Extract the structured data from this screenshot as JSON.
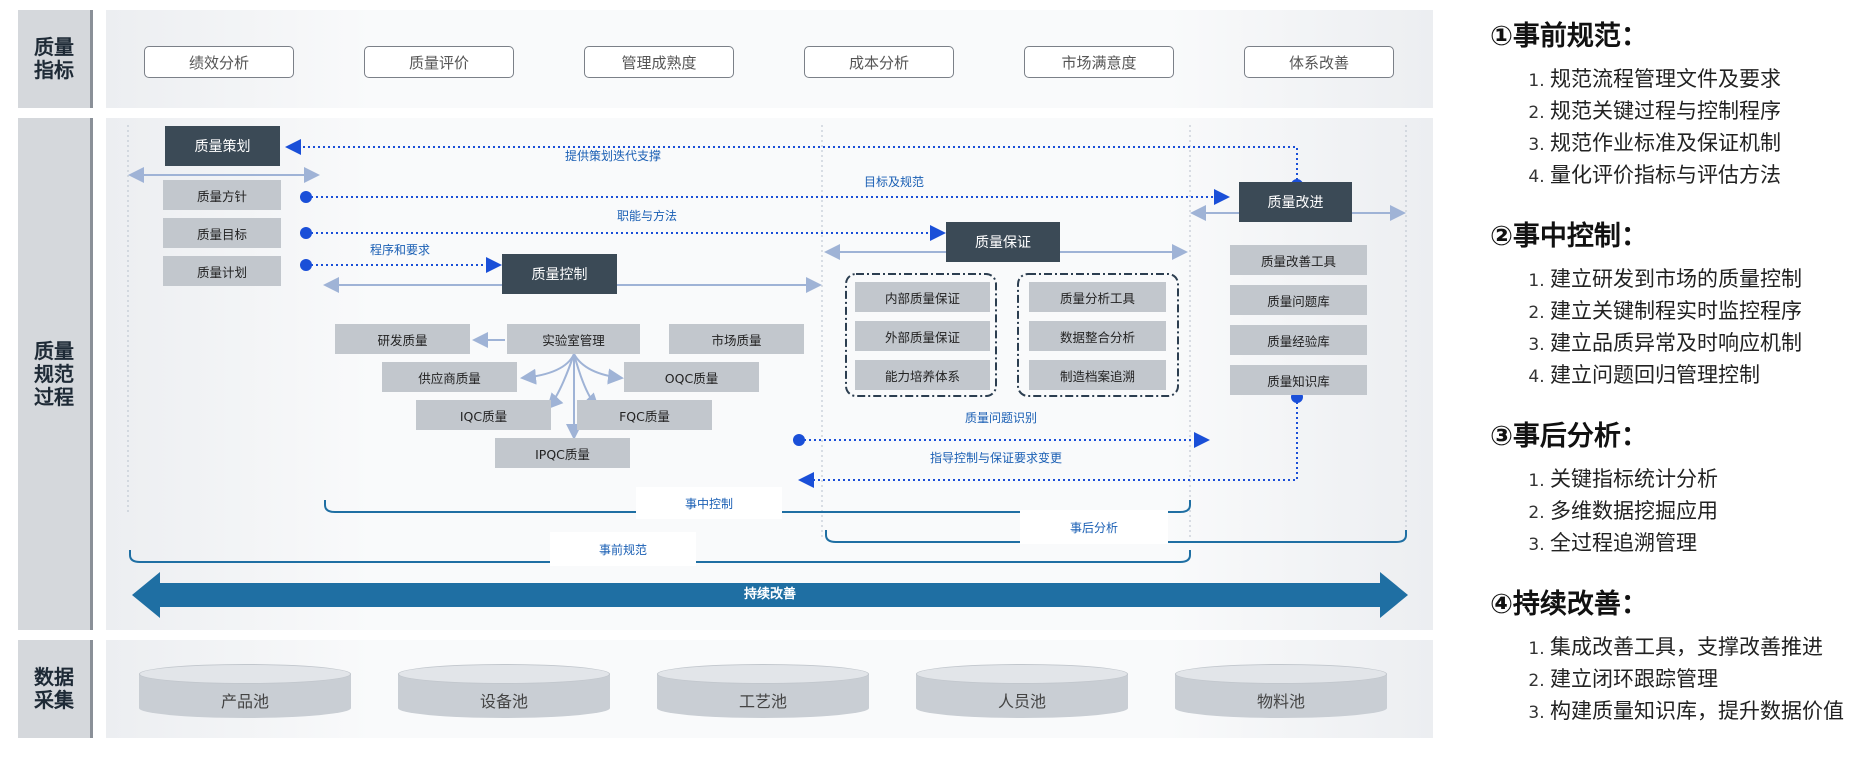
{
  "rows": {
    "metrics_label": "质量\n指标",
    "process_label": "质量\n规范\n过程",
    "data_label": "数据\n采集"
  },
  "metrics": [
    "绩效分析",
    "质量评价",
    "管理成熟度",
    "成本分析",
    "市场满意度",
    "体系改善"
  ],
  "planning": {
    "title": "质量策划",
    "items": [
      "质量方针",
      "质量目标",
      "质量计划"
    ]
  },
  "control": {
    "title": "质量控制",
    "items": [
      "研发质量",
      "实验室管理",
      "市场质量",
      "供应商质量",
      "OQC质量",
      "IQC质量",
      "FQC质量",
      "IPQC质量"
    ]
  },
  "assurance": {
    "title": "质量保证",
    "left": [
      "内部质量保证",
      "外部质量保证",
      "能力培养体系"
    ],
    "right": [
      "质量分析工具",
      "数据整合分析",
      "制造档案追溯"
    ]
  },
  "improvement": {
    "title": "质量改进",
    "items": [
      "质量改善工具",
      "质量问题库",
      "质量经验库",
      "质量知识库"
    ]
  },
  "flows": {
    "planning_support": "提供策划迭代支撑",
    "goals_norms": "目标及规范",
    "functions_methods": "职能与方法",
    "procedures": "程序和要求",
    "problem_identify": "质量问题识别",
    "guidance_change": "指导控制与保证要求变更"
  },
  "brackets": {
    "during": "事中控制",
    "before": "事前规范",
    "after": "事后分析"
  },
  "continuous": "持续改善",
  "pools": [
    "产品池",
    "设备池",
    "工艺池",
    "人员池",
    "物料池"
  ],
  "side": [
    {
      "title": "①事前规范：",
      "items": [
        "规范流程管理文件及要求",
        "规范关键过程与控制程序",
        "规范作业标准及保证机制",
        "量化评价指标与评估方法"
      ]
    },
    {
      "title": "②事中控制：",
      "items": [
        "建立研发到市场的质量控制",
        "建立关键制程实时监控程序",
        "建立品质异常及时响应机制",
        "建立问题回归管理控制"
      ]
    },
    {
      "title": "③事后分析：",
      "items": [
        "关键指标统计分析",
        "多维数据挖掘应用",
        "全过程追溯管理"
      ]
    },
    {
      "title": "④持续改善：",
      "items": [
        "集成改善工具，支撑改善推进",
        "建立闭环跟踪管理",
        "构建质量知识库，提升数据价值"
      ]
    }
  ],
  "colors": {
    "accent": "#1a5fb4",
    "dark_box": "#3b4a56",
    "grey_box": "#c2c7cd",
    "arrow_bar": "#1f6fa3"
  }
}
